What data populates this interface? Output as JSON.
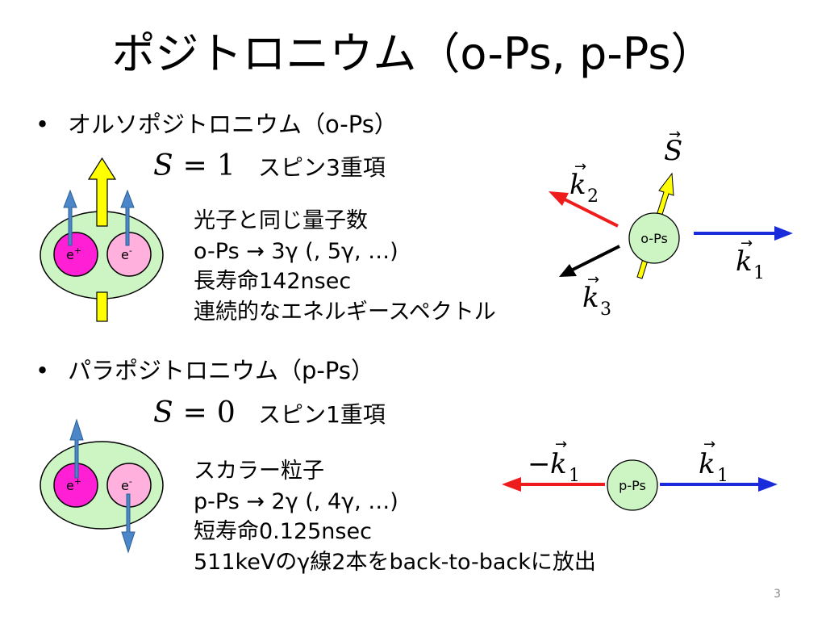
{
  "slide": {
    "title": "ポジトロニウム（o-Ps, p-Ps）",
    "page_number": "3"
  },
  "ops": {
    "bullet": "オルソポジトロニウム（o-Ps）",
    "equation": {
      "symbol": "S",
      "op": "=",
      "value": "1"
    },
    "spin_label": "スピン3重項",
    "properties": [
      "光子と同じ量子数",
      "o-Ps → 3γ (, 5γ, …)",
      "長寿命142nsec",
      "連続的なエネルギースペクトル"
    ],
    "atom": {
      "positron_label": "e",
      "positron_sup": "+",
      "electron_label": "e",
      "electron_sup": "-"
    },
    "decay": {
      "center_label": "o-Ps",
      "spin_vector": "S",
      "k1": "k",
      "k1_sub": "1",
      "k2": "k",
      "k2_sub": "2",
      "k3": "k",
      "k3_sub": "3"
    }
  },
  "pps": {
    "bullet": "パラポジトロニウム（p-Ps）",
    "equation": {
      "symbol": "S",
      "op": "=",
      "value": "0"
    },
    "spin_label": "スピン1重項",
    "properties": [
      "スカラー粒子",
      "p-Ps → 2γ (, 4γ, …)",
      "短寿命0.125nsec",
      "511keVのγ線2本をback-to-backに放出"
    ],
    "atom": {
      "positron_label": "e",
      "positron_sup": "+",
      "electron_label": "e",
      "electron_sup": "-"
    },
    "decay": {
      "center_label": "p-Ps",
      "left_prefix": "−",
      "left_k": "k",
      "left_sub": "1",
      "right_k": "k",
      "right_sub": "1"
    }
  },
  "colors": {
    "halo": "#ccf5c3",
    "positron": "#ff1fd4",
    "electron": "#ffb0dd",
    "spin_arrow": "#4a86c8",
    "total_spin": "#ffff00",
    "photon_red": "#ee1c1c",
    "photon_blue": "#1a2bdb",
    "photon_black": "#000000"
  }
}
